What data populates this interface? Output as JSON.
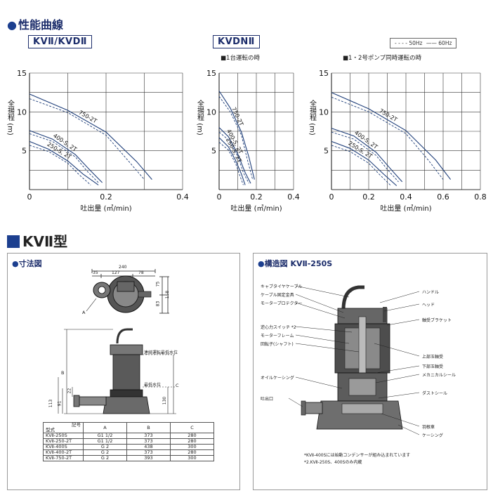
{
  "section1": {
    "title": "性能曲線"
  },
  "models": {
    "left": "KVⅡ/KVDⅡ",
    "mid": "KVDNⅡ"
  },
  "notes": {
    "single": "■1台運転の時",
    "dual": "■1・2号ポンプ同時運転の時"
  },
  "legend": {
    "hz50": "50Hz",
    "hz60": "60Hz"
  },
  "colors": {
    "accent": "#1c3f8f",
    "curve60": "#1f3f7a",
    "curve50": "#1f3f7a"
  },
  "chart_data": [
    {
      "type": "line",
      "title": "KVⅡ/KVDⅡ",
      "xlabel": "吐出量 (㎥/min)",
      "ylabel": "全揚程 (m)",
      "xlim": [
        0,
        0.4
      ],
      "ylim": [
        0,
        15
      ],
      "xticks": [
        "0",
        "0.2",
        "0.4"
      ],
      "yticks": [
        "5",
        "10",
        "15"
      ],
      "series": [
        {
          "name": "750-2T",
          "hz": "60",
          "points": [
            [
              0,
              12.3
            ],
            [
              0.1,
              10.2
            ],
            [
              0.2,
              7.4
            ],
            [
              0.28,
              3.6
            ],
            [
              0.32,
              1.3
            ]
          ]
        },
        {
          "name": "750-2T",
          "hz": "50",
          "points": [
            [
              0,
              11.7
            ],
            [
              0.1,
              9.9
            ],
            [
              0.2,
              7.0
            ],
            [
              0.26,
              3.6
            ],
            [
              0.3,
              1.3
            ]
          ]
        },
        {
          "name": "400-S, 2T",
          "hz": "60",
          "points": [
            [
              0,
              7.6
            ],
            [
              0.06,
              6.5
            ],
            [
              0.12,
              4.5
            ],
            [
              0.16,
              2.4
            ],
            [
              0.19,
              0.9
            ]
          ]
        },
        {
          "name": "400-S, 2T",
          "hz": "50",
          "points": [
            [
              0,
              7.2
            ],
            [
              0.06,
              6.2
            ],
            [
              0.12,
              4.2
            ],
            [
              0.15,
              2.4
            ],
            [
              0.18,
              0.9
            ]
          ]
        },
        {
          "name": "250-S, 2T",
          "hz": "60",
          "points": [
            [
              0,
              6.2
            ],
            [
              0.05,
              5.2
            ],
            [
              0.1,
              3.7
            ],
            [
              0.14,
              2.0
            ],
            [
              0.18,
              0.6
            ]
          ]
        },
        {
          "name": "250-S, 2T",
          "hz": "50",
          "points": [
            [
              0,
              5.7
            ],
            [
              0.05,
              4.9
            ],
            [
              0.1,
              3.4
            ],
            [
              0.13,
              1.9
            ],
            [
              0.16,
              0.6
            ]
          ]
        }
      ],
      "curve_labels": [
        "750-2T",
        "400-S, 2T",
        "250-S, 2T"
      ]
    },
    {
      "type": "line",
      "title": "KVDNⅡ",
      "xlabel": "吐出量 (㎥/min)",
      "ylabel": "全揚程 (m)",
      "xlim": [
        0,
        0.4
      ],
      "ylim": [
        0,
        15
      ],
      "xticks": [
        "0",
        "0.2",
        "0.4"
      ],
      "yticks": [
        "5",
        "10",
        "15"
      ],
      "series": [
        {
          "name": "750-2T",
          "hz": "60",
          "points": [
            [
              0,
              12.7
            ],
            [
              0.06,
              10.5
            ],
            [
              0.12,
              7.4
            ],
            [
              0.16,
              4.2
            ],
            [
              0.19,
              1.3
            ]
          ]
        },
        {
          "name": "750-2T",
          "hz": "50",
          "points": [
            [
              0,
              12.0
            ],
            [
              0.06,
              10.0
            ],
            [
              0.12,
              7.0
            ],
            [
              0.15,
              4.0
            ],
            [
              0.18,
              1.3
            ]
          ]
        },
        {
          "name": "400-S, 2T",
          "hz": "60",
          "points": [
            [
              0,
              8.0
            ],
            [
              0.05,
              6.8
            ],
            [
              0.1,
              4.6
            ],
            [
              0.14,
              2.2
            ],
            [
              0.17,
              0.8
            ]
          ]
        },
        {
          "name": "400-S, 2T",
          "hz": "50",
          "points": [
            [
              0,
              7.4
            ],
            [
              0.05,
              6.4
            ],
            [
              0.1,
              4.3
            ],
            [
              0.13,
              2.2
            ],
            [
              0.16,
              0.8
            ]
          ]
        },
        {
          "name": "250-S, 2T",
          "hz": "60",
          "points": [
            [
              0,
              6.7
            ],
            [
              0.05,
              5.5
            ],
            [
              0.09,
              3.7
            ],
            [
              0.12,
              2.0
            ],
            [
              0.14,
              0.6
            ]
          ]
        },
        {
          "name": "250-S, 2T",
          "hz": "50",
          "points": [
            [
              0,
              6.1
            ],
            [
              0.05,
              5.1
            ],
            [
              0.09,
              3.3
            ],
            [
              0.11,
              1.9
            ],
            [
              0.13,
              0.6
            ]
          ]
        }
      ],
      "curve_labels": [
        "750-2T",
        "400-S, 2T",
        "250-S, 2T"
      ]
    },
    {
      "type": "line",
      "title": "",
      "xlabel": "吐出量 (㎥/min)",
      "ylabel": "全揚程 (m)",
      "xlim": [
        0,
        0.8
      ],
      "ylim": [
        0,
        15
      ],
      "xticks": [
        "0",
        "0.2",
        "0.4",
        "0.6",
        "0.8"
      ],
      "yticks": [
        "5",
        "10",
        "15"
      ],
      "series": [
        {
          "name": "750-2T",
          "hz": "60",
          "points": [
            [
              0,
              12.5
            ],
            [
              0.2,
              10.4
            ],
            [
              0.4,
              7.6
            ],
            [
              0.56,
              3.8
            ],
            [
              0.64,
              1.3
            ]
          ]
        },
        {
          "name": "750-2T",
          "hz": "50",
          "points": [
            [
              0,
              11.9
            ],
            [
              0.2,
              10.0
            ],
            [
              0.4,
              7.2
            ],
            [
              0.52,
              3.8
            ],
            [
              0.6,
              1.3
            ]
          ]
        },
        {
          "name": "400-S, 2T",
          "hz": "60",
          "points": [
            [
              0,
              7.9
            ],
            [
              0.12,
              6.9
            ],
            [
              0.24,
              4.8
            ],
            [
              0.32,
              2.6
            ],
            [
              0.38,
              1.0
            ]
          ]
        },
        {
          "name": "400-S, 2T",
          "hz": "50",
          "points": [
            [
              0,
              7.4
            ],
            [
              0.12,
              6.5
            ],
            [
              0.24,
              4.4
            ],
            [
              0.3,
              2.6
            ],
            [
              0.36,
              1.0
            ]
          ]
        },
        {
          "name": "250-S, 2T",
          "hz": "60",
          "points": [
            [
              0,
              6.2
            ],
            [
              0.1,
              5.3
            ],
            [
              0.2,
              3.8
            ],
            [
              0.28,
              2.0
            ],
            [
              0.35,
              0.5
            ]
          ]
        },
        {
          "name": "250-S, 2T",
          "hz": "50",
          "points": [
            [
              0,
              5.7
            ],
            [
              0.1,
              4.9
            ],
            [
              0.2,
              3.4
            ],
            [
              0.26,
              1.9
            ],
            [
              0.32,
              0.5
            ]
          ]
        }
      ],
      "curve_labels": [
        "750-2T",
        "400-S, 2T",
        "250-S, 2T"
      ]
    }
  ],
  "section2": {
    "title": "KVⅡ型"
  },
  "dims": {
    "title": "寸法図",
    "top_dims": [
      "240",
      "35",
      "127",
      "78"
    ],
    "side_dims": [
      "75",
      "158",
      "83"
    ],
    "label_A": "A",
    "level_high": "連続運転最低水位",
    "level_low": "最低水位",
    "label_B": "B",
    "label_C": "C",
    "left_dims": [
      "113",
      "91",
      "22"
    ],
    "c_dim": "130",
    "table": {
      "header_kigou": "記号",
      "header_model": "型式",
      "cols": [
        "A",
        "B",
        "C"
      ],
      "rows": [
        {
          "model": "KVⅡ-250S",
          "a": "G1 1/2",
          "b": "373",
          "c": "280"
        },
        {
          "model": "KVⅡ-250-2T",
          "a": "G1 1/2",
          "b": "373",
          "c": "280"
        },
        {
          "model": "KVⅡ-400S",
          "a": "G 2",
          "b": "438",
          "c": "300"
        },
        {
          "model": "KVⅡ-400-2T",
          "a": "G 2",
          "b": "373",
          "c": "280"
        },
        {
          "model": "KVⅡ-750-2T",
          "a": "G 2",
          "b": "393",
          "c": "300"
        }
      ]
    }
  },
  "structure": {
    "title": "構造図 KVⅡ-250S",
    "left_labels": [
      "キャブタイヤケーブル",
      "ケーブル固定金具",
      "モータープロテクター",
      "逆心力スイッチ *2",
      "モーターフレーム",
      "回転子(シャフト)",
      "オイルケーシング",
      "吐出口"
    ],
    "right_labels": [
      "ハンドル",
      "ヘッド",
      "軸受ブラケット",
      "上部玉軸受",
      "下部玉軸受",
      "メカニカルシール",
      "ダストシール",
      "羽根車",
      "ケーシング"
    ],
    "footnotes": [
      "*KVⅡ-400Sには始動コンデンサーが組み込まれています",
      "*2.KVⅡ-250S、400Sのみ内蔵"
    ]
  }
}
